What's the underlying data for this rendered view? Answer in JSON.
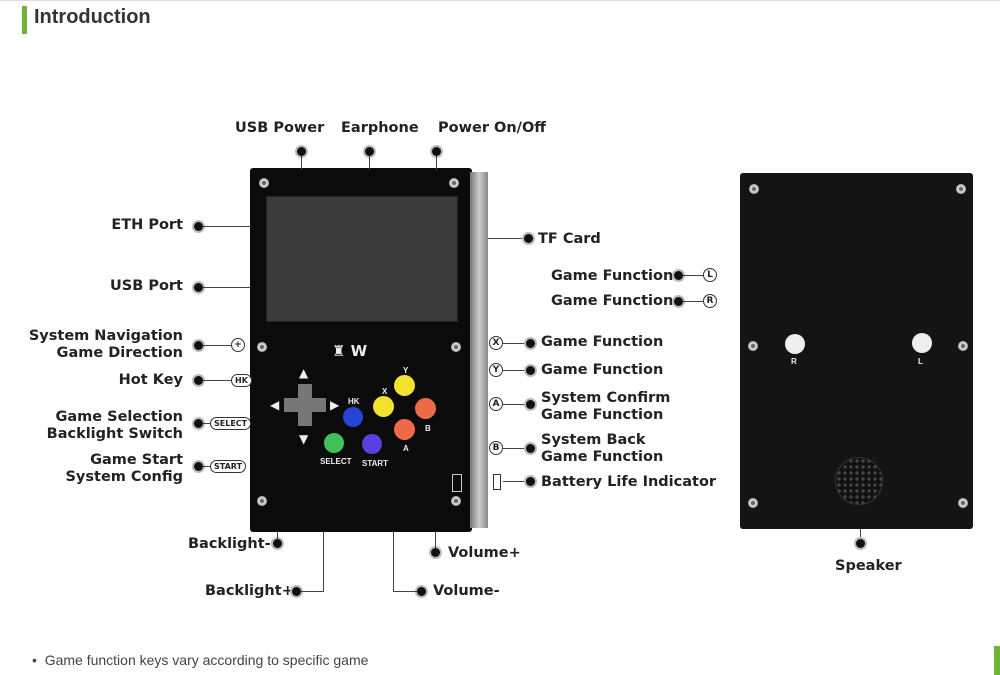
{
  "title": "Introduction",
  "labels": {
    "usb_power": "USB Power",
    "earphone": "Earphone",
    "power": "Power On/Off",
    "eth": "ETH Port",
    "usb_port": "USB Port",
    "nav1": "System Navigation",
    "nav2": "Game Direction",
    "hotkey": "Hot Key",
    "sel1": "Game Selection",
    "sel2": "Backlight Switch",
    "start1": "Game Start",
    "start2": "System Config",
    "backlight_minus": "Backlight-",
    "backlight_plus": "Backlight+",
    "vol_plus": "Volume+",
    "vol_minus": "Volume-",
    "tf": "TF Card",
    "gf_l": "Game Function",
    "gf_r": "Game Function",
    "gf_x": "Game Function",
    "gf_y": "Game Function",
    "a1": "System Confirm",
    "a2": "Game Function",
    "b1": "System Back",
    "b2": "Game Function",
    "battery": "Battery Life Indicator",
    "speaker": "Speaker"
  },
  "tags": {
    "hk": "HK",
    "select": "SELECT",
    "start": "START",
    "l": "L",
    "r": "R",
    "x": "X",
    "y": "Y",
    "a": "A",
    "b": "B",
    "plus": "+"
  },
  "device": {
    "hk": "HK",
    "x": "X",
    "y": "Y",
    "a": "A",
    "b": "B",
    "select": "SELECT",
    "start": "START",
    "back_r": "R",
    "back_l": "L"
  },
  "note": "Game function keys vary according to specific game",
  "colors": {
    "accent": "#6fb536"
  }
}
